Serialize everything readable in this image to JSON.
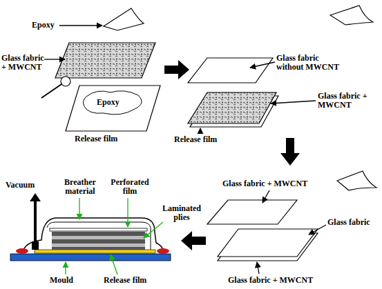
{
  "diagram": {
    "labels": [
      "Epoxy",
      "Glass fabric + MWCNT",
      "Epoxy",
      "Release film",
      "Glass fabric without MWCNT",
      "Glass fabric + MWCNT",
      "Release film",
      "Glass fabric + MWCNT",
      "Glass fabric",
      "Glass fabric + MWCNT",
      "Vacuum",
      "Breather material",
      "Perforated film",
      "Laminated plies",
      "Mould",
      "Release film"
    ]
  }
}
